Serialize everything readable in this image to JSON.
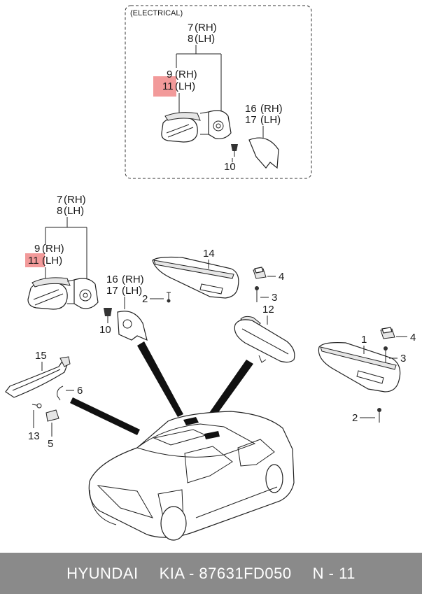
{
  "inset": {
    "title": "(ELECTRICAL)",
    "callouts": {
      "c7": "7",
      "c7_side": "(RH)",
      "c8": "8",
      "c8_side": "(LH)",
      "c9": "9",
      "c9_side": "(RH)",
      "c11": "11",
      "c11_side": "(LH)",
      "c16": "16",
      "c16_side": "(RH)",
      "c17": "17",
      "c17_side": "(LH)",
      "c10": "10"
    }
  },
  "main": {
    "callouts": {
      "c7": "7",
      "c7_side": "(RH)",
      "c8": "8",
      "c8_side": "(LH)",
      "c9": "9",
      "c9_side": "(RH)",
      "c11": "11",
      "c11_side": "(LH)",
      "c16": "16",
      "c16_side": "(RH)",
      "c17": "17",
      "c17_side": "(LH)",
      "c10": "10",
      "c14": "14",
      "c2a": "2",
      "c4a": "4",
      "c3a": "3",
      "c12": "12",
      "c1": "1",
      "c4b": "4",
      "c3b": "3",
      "c2b": "2",
      "c15": "15",
      "c6": "6",
      "c13": "13",
      "c5": "5"
    }
  },
  "highlight_color": "#f29a9a",
  "footer": {
    "brand": "HYUNDAI",
    "part_number": "KIA - 87631FD050",
    "page_ref": "N - 11",
    "background": "#8a8a8a"
  }
}
